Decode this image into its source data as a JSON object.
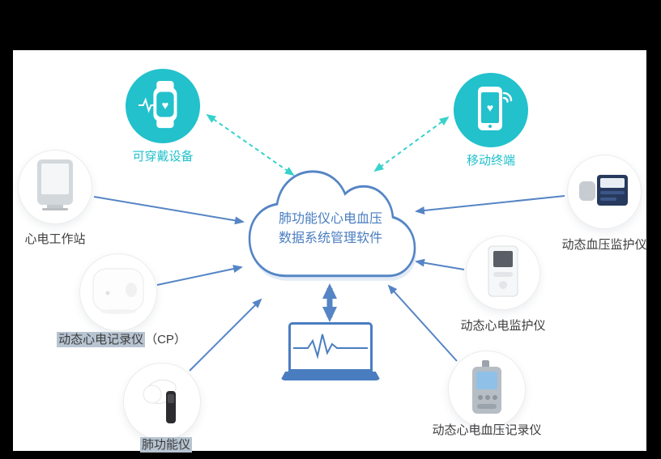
{
  "cloud": {
    "title_line1": "肺功能仪心电血压",
    "title_line2": "数据系统管理软件"
  },
  "nodes": {
    "wearable": {
      "label": "可穿戴设备"
    },
    "mobile": {
      "label": "移动终端"
    },
    "ecg_workstation": {
      "label": "心电工作站"
    },
    "cp_recorder": {
      "label_highlight": "动态心电记录仪",
      "label_suffix": "（CP）"
    },
    "spirometer": {
      "label": "肺功能仪"
    },
    "bp_monitor": {
      "label": "动态血压监护仪"
    },
    "ecg_monitor": {
      "label": "动态心电监护仪"
    },
    "ecg_bp_recorder": {
      "label": "动态心电血压记录仪"
    }
  },
  "icons": {
    "wearable": "smartwatch-heart-icon",
    "mobile": "smartphone-heart-icon",
    "center": "cloud-icon",
    "bottom": "laptop-ecg-icon"
  },
  "colors": {
    "teal": "#22c1cc",
    "teal_arrow": "#38d2cb",
    "blue": "#5585c5",
    "dark_text": "#3d3d3d",
    "highlight": "#b7c4d2"
  }
}
